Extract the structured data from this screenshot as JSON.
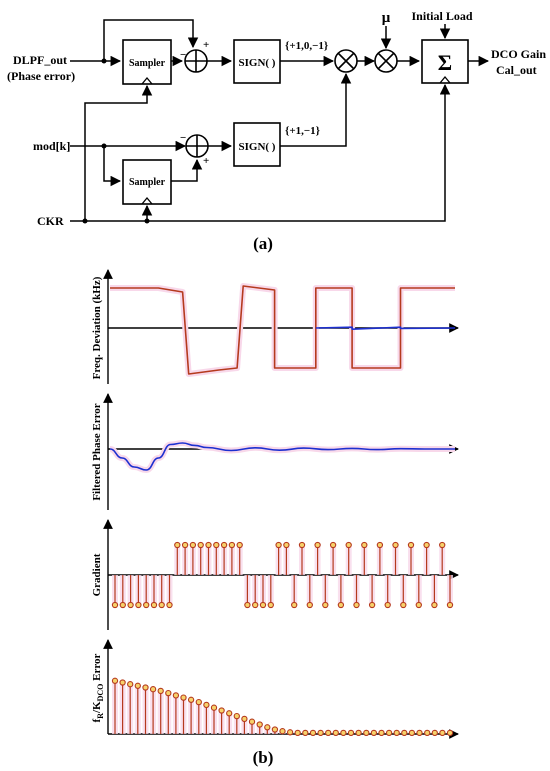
{
  "diagram": {
    "inputs": {
      "dlpf_line1": "DLPF_out",
      "dlpf_line2": "(Phase error)",
      "mod": "mod[k]",
      "ckr": "CKR"
    },
    "blocks": {
      "sampler_top": "Sampler",
      "sampler_bottom": "Sampler",
      "sign_top": "SIGN( )",
      "sign_bottom": "SIGN( )",
      "sum": "Σ"
    },
    "signs": {
      "top_minus": "−",
      "top_plus": "+",
      "bottom_minus": "−",
      "bottom_plus": "+"
    },
    "sign_outputs": {
      "top": "{+1,0,−1}",
      "bottom": "{+1,−1}"
    },
    "mu": "μ",
    "initial_load": "Initial Load",
    "output_line1": "DCO Gain",
    "output_line2": "Cal_out",
    "caption": "(a)"
  },
  "plots": {
    "caption": "(b)",
    "panel1_ylabel": "Freq. Deviation (kHz)",
    "panel2_ylabel": "Filtered Phase Error",
    "panel3_ylabel": "Gradient",
    "panel4_ylabel": {
      "main": "f",
      "sub1": "R",
      "mid": "/K",
      "sub2": "DCO",
      "tail": " Error"
    }
  },
  "colors": {
    "line_black": "#000000",
    "trace_red": "#b53a1e",
    "trace_blue": "#1c2fd0",
    "highlight_pink": "#f8d8ea",
    "stem_fill": "#f7d26b"
  },
  "chart_data": [
    {
      "type": "line",
      "ylabel": "Freq. Deviation (kHz)",
      "x": [
        0,
        4,
        6,
        6.5,
        9,
        10.5,
        11,
        13.6,
        13.6,
        17,
        17,
        20,
        20,
        24,
        24,
        28.5
      ],
      "series": [
        {
          "color": "#b53a1e",
          "values": [
            1.0,
            1.0,
            0.9,
            -1.15,
            -1.05,
            -1.0,
            1.05,
            0.95,
            -1.0,
            -1.0,
            1.0,
            1.0,
            -1.0,
            -1.0,
            1.0,
            1.0
          ]
        },
        {
          "color": "#1c2fd0",
          "values": [
            null,
            null,
            null,
            null,
            null,
            null,
            null,
            null,
            null,
            null,
            0.0,
            0.02,
            -0.03,
            0.02,
            -0.01,
            0.0
          ]
        }
      ]
    },
    {
      "type": "line",
      "ylabel": "Filtered Phase Error",
      "x": [
        0,
        1,
        2,
        3,
        4,
        5,
        6,
        7,
        8,
        10,
        12,
        14,
        16,
        18,
        20,
        22,
        24,
        26,
        28.5
      ],
      "series": [
        {
          "color": "#1c2fd0",
          "values": [
            0,
            -0.3,
            -0.6,
            -0.7,
            -0.3,
            0.15,
            0.2,
            0.12,
            0.05,
            -0.05,
            0.04,
            -0.04,
            0.03,
            -0.02,
            0.02,
            -0.02,
            0.01,
            0.0,
            0.0
          ]
        }
      ]
    },
    {
      "type": "stem",
      "ylabel": "Gradient",
      "values": [
        -1,
        -1,
        -1,
        -1,
        -1,
        -1,
        -1,
        -1,
        1,
        1,
        1,
        1,
        1,
        1,
        1,
        1,
        1,
        -1,
        -1,
        -1,
        -1,
        1,
        1,
        -1,
        1,
        -1,
        1,
        -1,
        1,
        -1,
        1,
        -1,
        1,
        -1,
        1,
        -1,
        1,
        -1,
        1,
        -1,
        1,
        -1,
        1,
        -1
      ]
    },
    {
      "type": "stem",
      "ylabel": "fR/KDCO Error",
      "values": [
        0.95,
        0.92,
        0.89,
        0.86,
        0.83,
        0.8,
        0.77,
        0.73,
        0.69,
        0.65,
        0.61,
        0.57,
        0.52,
        0.47,
        0.42,
        0.37,
        0.32,
        0.27,
        0.22,
        0.17,
        0.12,
        0.08,
        0.05,
        0.03,
        0.02,
        0.02,
        0.02,
        0.02,
        0.02,
        0.02,
        0.02,
        0.02,
        0.02,
        0.02,
        0.02,
        0.02,
        0.02,
        0.02,
        0.02,
        0.02,
        0.02,
        0.02,
        0.02,
        0.02,
        0.02
      ]
    }
  ]
}
